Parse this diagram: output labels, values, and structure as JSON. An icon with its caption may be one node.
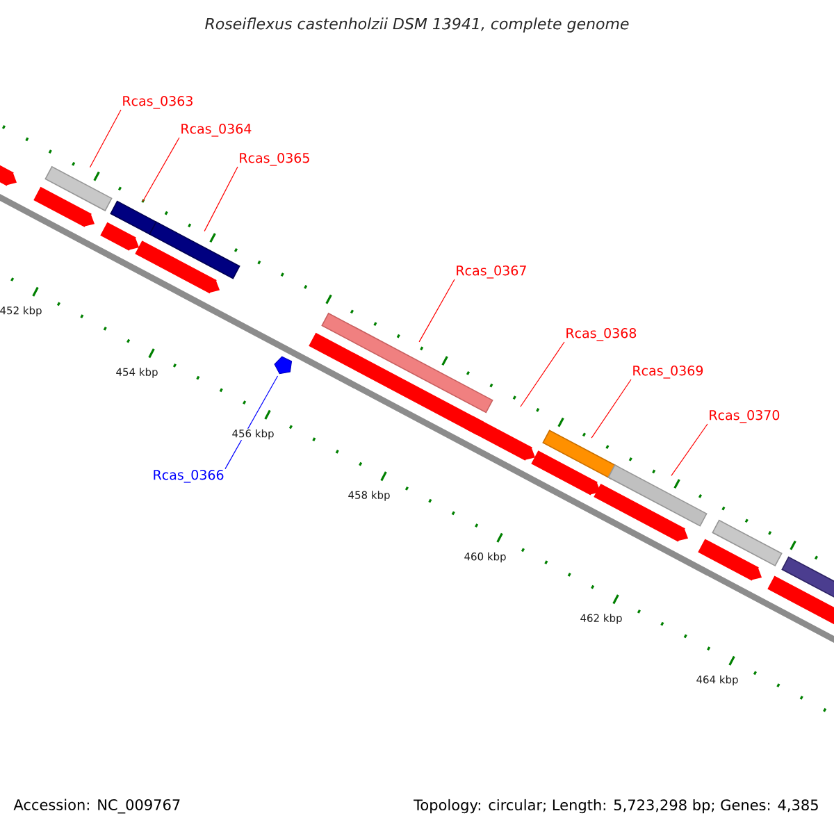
{
  "diagram": {
    "title": "Roseiflexus castenholzii DSM 13941, complete genome",
    "nodes": [
      {
        "text": [
          "Rcas_0363"
        ]
      },
      {
        "text": [],
        "shape": "bar"
      },
      {
        "text": [
          "Rcas_0364"
        ]
      },
      {
        "text": [],
        "shape": "bar"
      },
      {
        "text": [
          "Rcas_0365"
        ]
      },
      {
        "text": [],
        "shape": "bar"
      },
      {
        "text": [
          "Rcas_0366"
        ]
      },
      {
        "text": [],
        "shape": "pentagon"
      },
      {
        "text": [
          "Rcas_0367"
        ]
      },
      {
        "text": [],
        "shape": "bar"
      },
      {
        "text": [
          "Rcas_0368"
        ]
      },
      {
        "text": [],
        "shape": "bar"
      },
      {
        "text": [
          "Rcas_0369"
        ]
      },
      {
        "text": [],
        "shape": "bar"
      },
      {
        "text": [
          "Rcas_0370"
        ]
      },
      {
        "text": [],
        "shape": "bar"
      },
      {
        "text": [],
        "shape": "bar"
      },
      {
        "text": [],
        "shape": "bar"
      },
      {
        "text": [],
        "shape": "bar"
      },
      {
        "text": [],
        "shape": "bar"
      },
      {
        "text": [],
        "shape": "bar"
      },
      {
        "text": [],
        "shape": "bar"
      },
      {
        "text": [],
        "shape": "bar"
      },
      {
        "text": [],
        "shape": "bar"
      },
      {
        "text": [],
        "shape": "bar"
      },
      {
        "text": [],
        "shape": "bar"
      },
      {
        "text": [],
        "shape": "bar"
      }
    ],
    "edges": [
      {
        "from": 0,
        "to": 1,
        "arrow": "none"
      },
      {
        "from": 2,
        "to": 3,
        "arrow": "none"
      },
      {
        "from": 4,
        "to": 5,
        "arrow": "none"
      },
      {
        "from": 6,
        "to": 7,
        "arrow": "none",
        "color": "#0000ff"
      },
      {
        "from": 8,
        "to": 9,
        "arrow": "none"
      },
      {
        "from": 10,
        "to": 11,
        "arrow": "none"
      },
      {
        "from": 12,
        "to": 13,
        "arrow": "none"
      },
      {
        "from": 14,
        "to": 15,
        "arrow": "none"
      }
    ],
    "labels": [
      "452 kbp",
      "454 kbp",
      "456 kbp",
      "458 kbp",
      "460 kbp",
      "462 kbp",
      "464 kbp",
      "Accession: NC_009767",
      "Topology: circular; Length: 5,723,298 bp; Genes: 4,385"
    ]
  }
}
